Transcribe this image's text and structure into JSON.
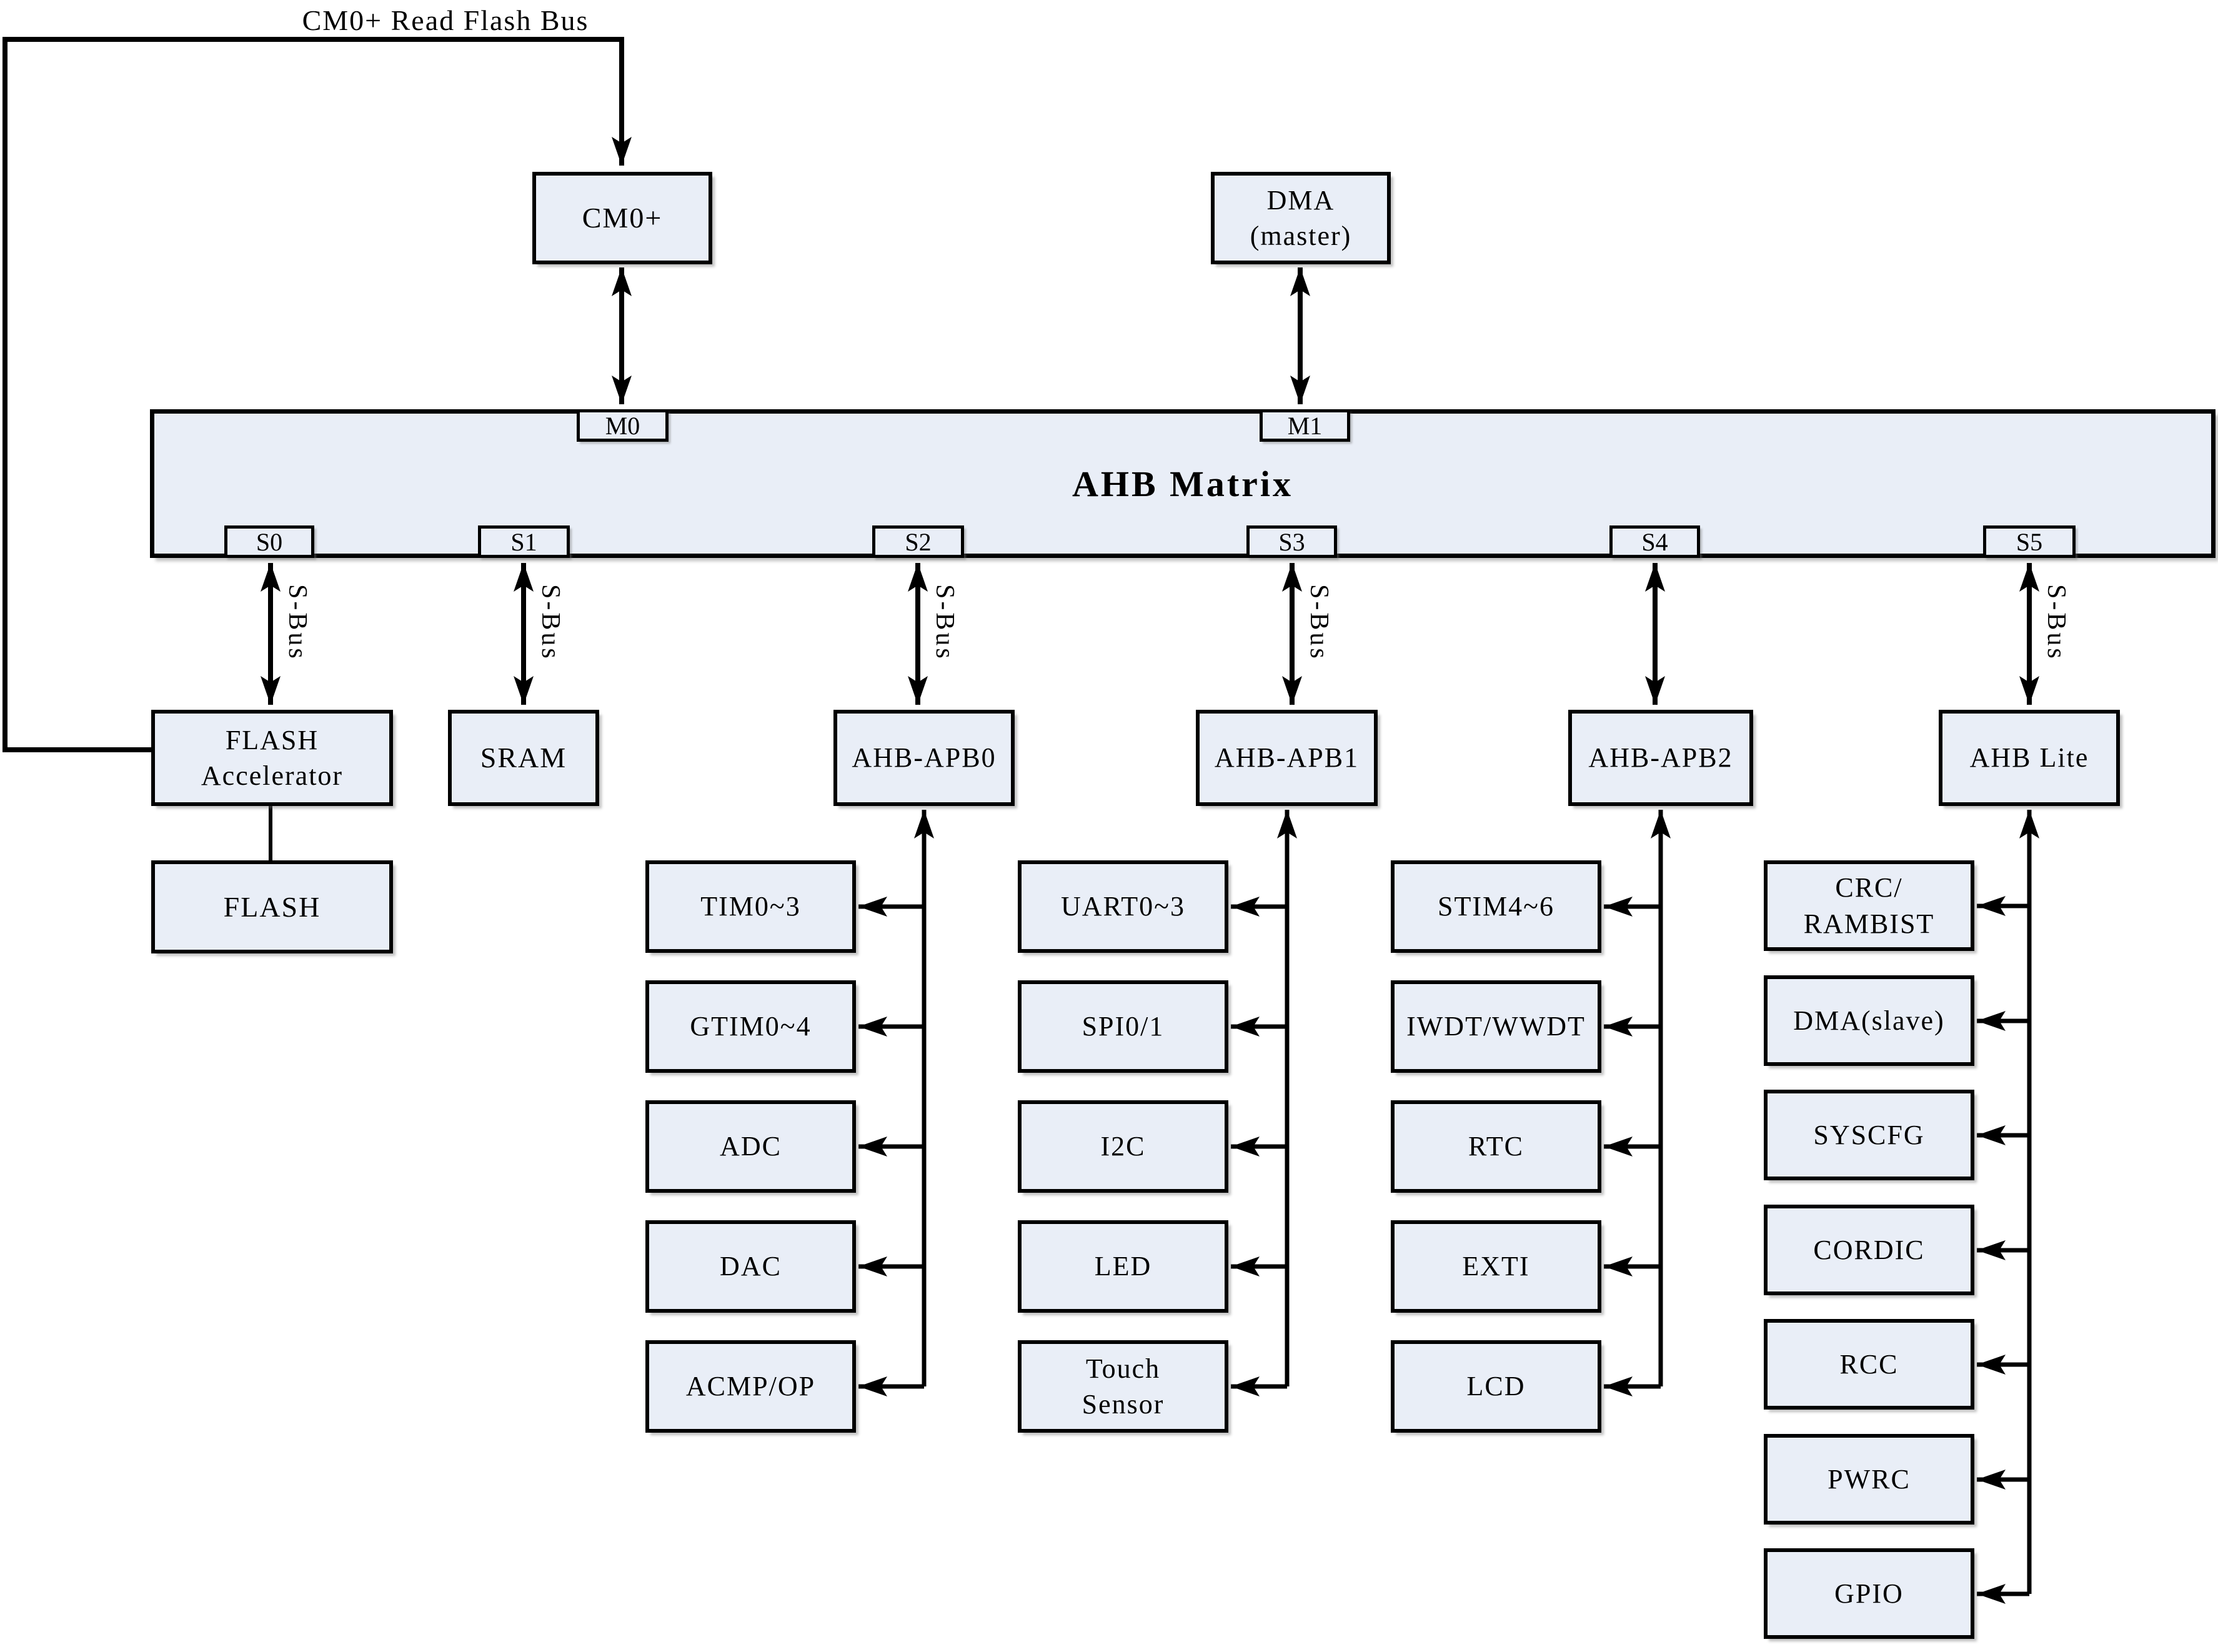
{
  "colors": {
    "box_fill": "#e9eef7",
    "line": "#000000",
    "background": "#ffffff"
  },
  "top_bus_label": "CM0+ Read Flash Bus",
  "s_bus_label": "S-Bus",
  "matrix": {
    "title": "AHB Matrix",
    "master_ports": [
      "M0",
      "M1"
    ],
    "slave_ports": [
      "S0",
      "S1",
      "S2",
      "S3",
      "S4",
      "S5"
    ]
  },
  "masters": [
    {
      "lines": [
        "CM0+"
      ]
    },
    {
      "lines": [
        "DMA",
        "(master)"
      ]
    }
  ],
  "memory": {
    "flash_accelerator": {
      "lines": [
        "FLASH",
        "Accelerator"
      ]
    },
    "flash": "FLASH",
    "sram": "SRAM"
  },
  "bridges": [
    "AHB-APB0",
    "AHB-APB1",
    "AHB-APB2",
    "AHB Lite"
  ],
  "peripheral_columns": [
    {
      "bridge": "AHB-APB0",
      "items": [
        {
          "lines": [
            "TIM0~3"
          ]
        },
        {
          "lines": [
            "GTIM0~4"
          ]
        },
        {
          "lines": [
            "ADC"
          ]
        },
        {
          "lines": [
            "DAC"
          ]
        },
        {
          "lines": [
            "ACMP/OP"
          ]
        }
      ]
    },
    {
      "bridge": "AHB-APB1",
      "items": [
        {
          "lines": [
            "UART0~3"
          ]
        },
        {
          "lines": [
            "SPI0/1"
          ]
        },
        {
          "lines": [
            "I2C"
          ]
        },
        {
          "lines": [
            "LED"
          ]
        },
        {
          "lines": [
            "Touch",
            "Sensor"
          ]
        }
      ]
    },
    {
      "bridge": "AHB-APB2",
      "items": [
        {
          "lines": [
            "STIM4~6"
          ]
        },
        {
          "lines": [
            "IWDT/WWDT"
          ]
        },
        {
          "lines": [
            "RTC"
          ]
        },
        {
          "lines": [
            "EXTI"
          ]
        },
        {
          "lines": [
            "LCD"
          ]
        }
      ]
    },
    {
      "bridge": "AHB Lite",
      "items": [
        {
          "lines": [
            "CRC/",
            "RAMBIST"
          ]
        },
        {
          "lines": [
            "DMA(slave)"
          ]
        },
        {
          "lines": [
            "SYSCFG"
          ]
        },
        {
          "lines": [
            "CORDIC"
          ]
        },
        {
          "lines": [
            "RCC"
          ]
        },
        {
          "lines": [
            "PWRC"
          ]
        },
        {
          "lines": [
            "GPIO"
          ]
        }
      ]
    }
  ]
}
